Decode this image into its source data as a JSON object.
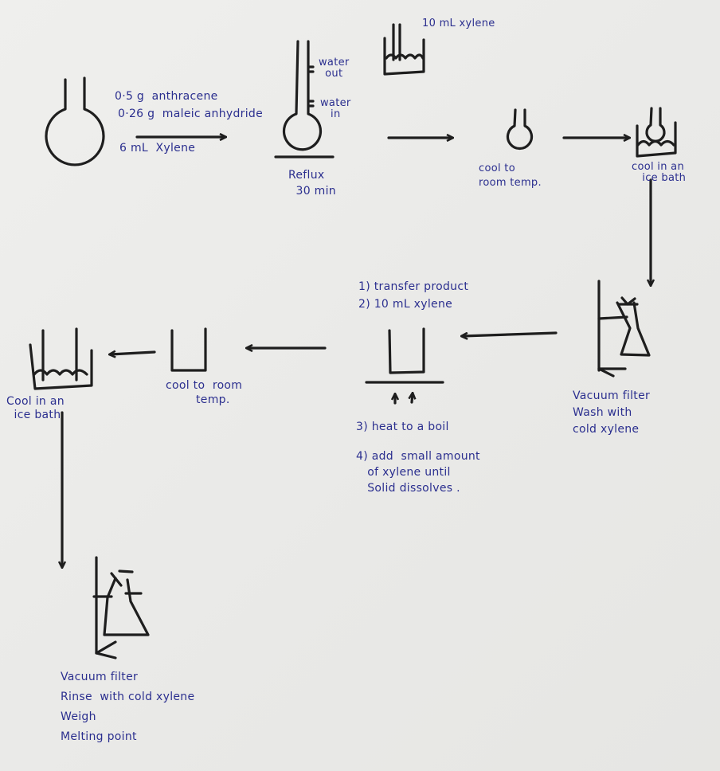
{
  "diagram": {
    "type": "lab-procedure-flowchart",
    "ink_color": "#2b2f8f",
    "stroke_color": "#1e1e1e",
    "steps": [
      {
        "id": "start",
        "apparatus": "round-bottom-flask",
        "reagents": {
          "line1": "0·5 g  anthracene",
          "line2": "0·26 g  maleic anhydride",
          "arrow_label": "6 mL  Xylene"
        }
      },
      {
        "id": "reflux",
        "apparatus": "reflux-condenser",
        "labels": {
          "water_out": "water\nout",
          "water_in": "water\nin",
          "caption": "Reflux\n  30 min"
        }
      },
      {
        "id": "ice-bath-xylene",
        "apparatus": "ice-bath-beaker",
        "label": "10 mL xylene"
      },
      {
        "id": "cool-room",
        "apparatus": "round-bottom-flask",
        "caption": "cool to\nroom temp."
      },
      {
        "id": "ice-bath-1",
        "apparatus": "flask-in-ice-bath",
        "caption": "cool in an\n   ice bath"
      },
      {
        "id": "vacuum-1",
        "apparatus": "vacuum-filter",
        "caption": "Vacuum filter\nWash with\ncold xylene"
      },
      {
        "id": "recrystallize",
        "apparatus": "beaker-on-hotplate",
        "top_notes": "1) transfer product\n2) 10 mL xylene",
        "bottom_notes": {
          "step3": "3) heat to a boil",
          "step4": "4) add  small amount\n   of xylene until\n   Solid dissolves ."
        }
      },
      {
        "id": "cool-room-2",
        "apparatus": "beaker",
        "caption": "cool to  room\n        temp."
      },
      {
        "id": "ice-bath-2",
        "apparatus": "beaker-in-ice-bath",
        "caption": "Cool in an\n  ice bath"
      },
      {
        "id": "vacuum-2",
        "apparatus": "vacuum-filter",
        "caption": "Vacuum filter\nRinse  with cold xylene\nWeigh\nMelting point"
      }
    ]
  }
}
